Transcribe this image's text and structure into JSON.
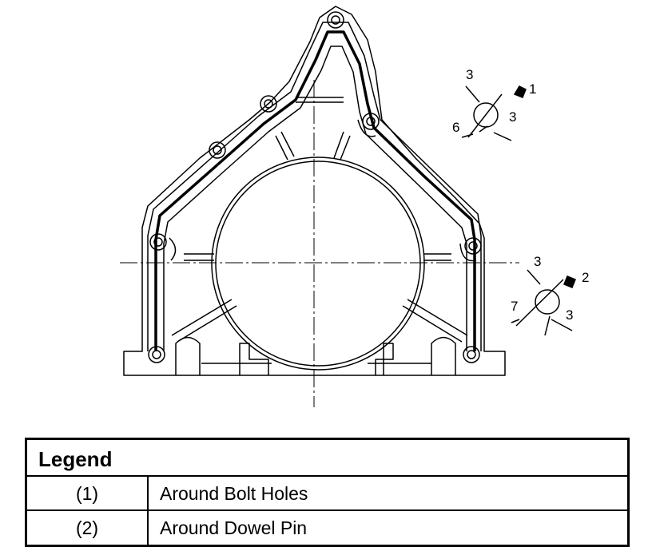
{
  "callouts": {
    "detail1": {
      "ref": "1",
      "top": "3",
      "right": "3",
      "left": "6"
    },
    "detail2": {
      "ref": "2",
      "top": "3",
      "right": "3",
      "left": "7"
    }
  },
  "legend": {
    "title": "Legend",
    "rows": [
      {
        "key": "(1)",
        "desc": "Around Bolt Holes"
      },
      {
        "key": "(2)",
        "desc": "Around Dowel Pin"
      }
    ]
  }
}
